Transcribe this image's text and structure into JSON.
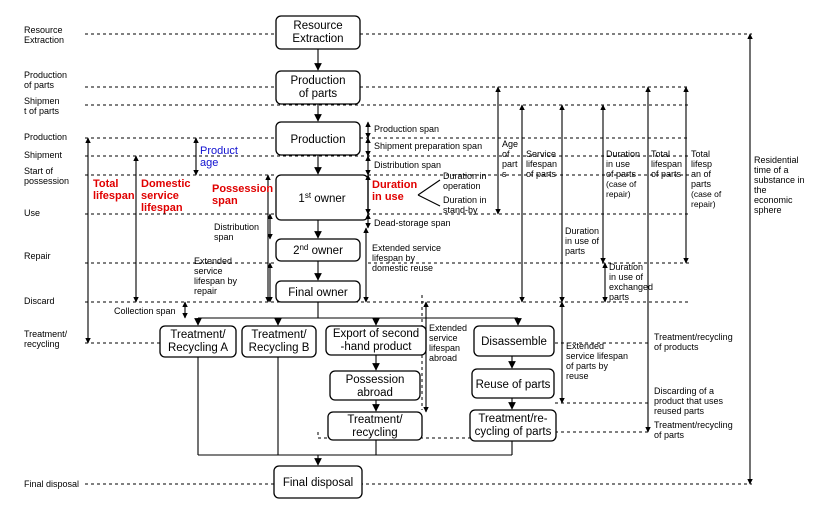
{
  "boxes": {
    "resource_extraction": [
      "Resource",
      "Extraction"
    ],
    "production_of_parts": [
      "Production",
      "of parts"
    ],
    "production": [
      "Production"
    ],
    "first_owner": [
      "1",
      "st",
      " owner"
    ],
    "second_owner": [
      "2",
      "nd",
      " owner"
    ],
    "final_owner": [
      "Final owner"
    ],
    "treatment_a": [
      "Treatment/",
      "Recycling A"
    ],
    "treatment_b": [
      "Treatment/",
      "Recycling B"
    ],
    "export": [
      "Export of second",
      "-hand product"
    ],
    "possession_abroad": [
      "Possession",
      "abroad"
    ],
    "treatment_recycling": [
      "Treatment/",
      "recycling"
    ],
    "disassemble": [
      "Disassemble"
    ],
    "reuse_parts": [
      "Reuse of parts"
    ],
    "treatment_parts": [
      "Treatment/re-",
      "cycling of parts"
    ],
    "final_disposal": [
      "Final disposal"
    ]
  },
  "stages": {
    "resource_extraction": [
      "Resource",
      "Extraction"
    ],
    "production_of_parts": [
      "Production",
      "of parts"
    ],
    "shipment_of_parts": [
      "Shipmen",
      "t of parts"
    ],
    "production": [
      "Production"
    ],
    "shipment": [
      "Shipment"
    ],
    "start_of_possession": [
      "Start of",
      "possession"
    ],
    "use": [
      "Use"
    ],
    "repair": [
      "Repair"
    ],
    "discard": [
      "Discard"
    ],
    "treatment_recycling": [
      "Treatment/",
      "recycling"
    ],
    "final_disposal": [
      "Final disposal"
    ]
  },
  "spans_left": {
    "total_lifespan": [
      "Total",
      "lifespan"
    ],
    "domestic_service_lifespan": [
      "Domestic",
      "service",
      "lifespan"
    ],
    "product_age": [
      "Product",
      "age"
    ],
    "possession_span": [
      "Possession",
      "span"
    ],
    "distribution_span": [
      "Distribution",
      "span"
    ],
    "extended_by_repair": [
      "Extended",
      "service",
      "lifespan by",
      "repair"
    ],
    "collection_span": [
      "Collection span"
    ]
  },
  "spans_middle": {
    "production_span": [
      "Production span"
    ],
    "shipment_preparation_span": [
      "Shipment preparation span"
    ],
    "distribution_span": [
      "Distribution span"
    ],
    "duration_in_use": [
      "Duration",
      "in use"
    ],
    "duration_in_operation": [
      "Duration in",
      "operation"
    ],
    "duration_in_standby": [
      "Duration in",
      "stand-by"
    ],
    "dead_storage_span": [
      "Dead-storage span"
    ],
    "extended_domestic_reuse": [
      "Extended service",
      "lifespan by",
      "domestic reuse"
    ],
    "extended_abroad": [
      "Extended",
      "service",
      "lifespan",
      "abroad"
    ],
    "extended_reuse_parts": [
      "Extended",
      "service lifespan",
      "of parts by",
      "reuse"
    ]
  },
  "spans_right": {
    "age_of_parts": [
      "Age",
      "of",
      "part",
      "s"
    ],
    "service_lifespan_parts": [
      "Service",
      "lifespan",
      "of parts"
    ],
    "duration_use_parts_repair": [
      "Duration",
      "in use",
      "of parts",
      "(case of",
      "repair)"
    ],
    "total_lifespan_parts": [
      "Total",
      "lifespan",
      "of parts"
    ],
    "total_lifespan_parts_repair": [
      "Total",
      "lifesp",
      "an of",
      "parts",
      "(case of",
      "repair)"
    ],
    "duration_use_parts": [
      "Duration",
      "in use of",
      "parts"
    ],
    "duration_use_exchanged": [
      "Duration",
      "in use of",
      "exchanged",
      "parts"
    ],
    "residential_time": [
      "Residential",
      "time of a",
      "substance in",
      "the",
      "economic",
      "sphere"
    ]
  },
  "right_notes": {
    "treatment_products": [
      "Treatment/recycling",
      "of products"
    ],
    "discarding_reused": [
      "Discarding of a",
      "product that uses",
      "reused parts"
    ],
    "treatment_parts": [
      "Treatment/recycling",
      "of parts"
    ]
  },
  "colors": {
    "red_labels": "#e00000",
    "blue_label": "#1010d0"
  }
}
